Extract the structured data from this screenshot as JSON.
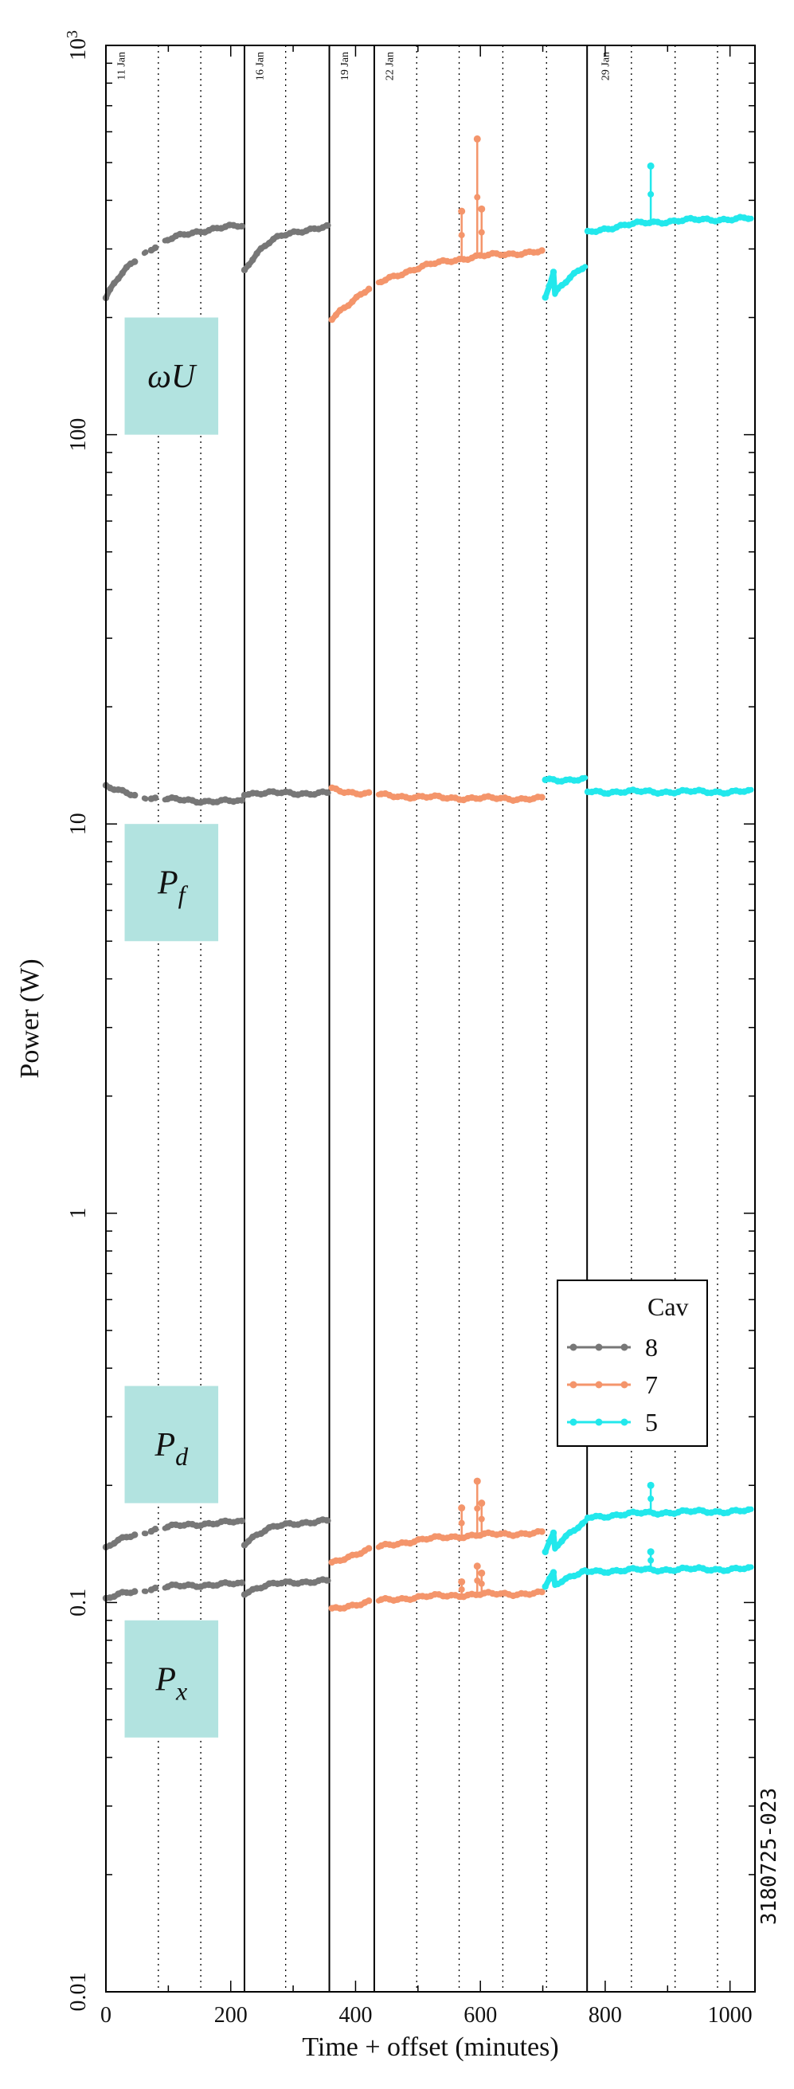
{
  "chart_data": {
    "type": "scatter",
    "title": "",
    "xlabel": "Time + offset (minutes)",
    "ylabel": "Power (W)",
    "xlim": [
      0,
      1040
    ],
    "ylim": [
      0.01,
      1000
    ],
    "y_scale": "log",
    "x_ticks": [
      0,
      200,
      400,
      600,
      800,
      1000
    ],
    "x_tick_labels": [
      "0",
      "200",
      "400",
      "600",
      "800",
      "1000"
    ],
    "y_ticks": [
      0.01,
      0.1,
      1,
      10,
      100,
      1000
    ],
    "y_tick_labels": [
      "0.01",
      "0.1",
      "1",
      "10",
      "100",
      "10³"
    ],
    "legend": {
      "title": "Cav",
      "position": "middle-right",
      "entries": [
        {
          "label": "8",
          "color": "#777777"
        },
        {
          "label": "7",
          "color": "#F4956B"
        },
        {
          "label": "5",
          "color": "#22E8EC"
        }
      ]
    },
    "day_separators": [
      222,
      358,
      430,
      771
    ],
    "dotted_gridlines": [
      84,
      152,
      288,
      498,
      566,
      636,
      706,
      842,
      912,
      980
    ],
    "dates": [
      {
        "label": "11 Jan",
        "x": 30
      },
      {
        "label": "16 Jan",
        "x": 252
      },
      {
        "label": "19 Jan",
        "x": 388
      },
      {
        "label": "22 Jan",
        "x": 460
      },
      {
        "label": "29 Jan",
        "x": 806
      }
    ],
    "panel_labels": [
      {
        "text": "ωU",
        "y_top": 200,
        "y_bottom": 100
      },
      {
        "text": "P_f",
        "y_top": 10,
        "y_bottom": 5
      },
      {
        "text": "P_d",
        "y_top": 0.36,
        "y_bottom": 0.18
      },
      {
        "text": "P_x",
        "y_top": 0.09,
        "y_bottom": 0.045
      }
    ],
    "label_box_x": [
      30,
      180
    ],
    "label_box_color": "#B2E3E0",
    "side_note": "3180725-023",
    "segments": [
      {
        "cav": "8",
        "color": "#777777",
        "x_start": 0,
        "x_end": 218,
        "gaps": [
          [
            48,
            60
          ],
          [
            64,
            72
          ],
          [
            80,
            94
          ]
        ],
        "series": {
          "omegaU": {
            "start": 225,
            "end": 350,
            "curve": "rise"
          },
          "Pf": {
            "start": 12.5,
            "end": 11.4,
            "curve": "fall"
          },
          "Pd": {
            "start": 0.138,
            "end": 0.162,
            "curve": "rise"
          },
          "Px": {
            "start": 0.102,
            "end": 0.112,
            "curve": "rise"
          }
        }
      },
      {
        "cav": "8",
        "color": "#777777",
        "x_start": 222,
        "x_end": 358,
        "gaps": [],
        "series": {
          "omegaU": {
            "start": 265,
            "end": 345,
            "curve": "rise"
          },
          "Pf": {
            "start": 12.0,
            "end": 12.0,
            "curve": "flat"
          },
          "Pd": {
            "start": 0.142,
            "end": 0.163,
            "curve": "rise"
          },
          "Px": {
            "start": 0.106,
            "end": 0.114,
            "curve": "rise"
          }
        }
      },
      {
        "cav": "7",
        "color": "#F4956B",
        "x_start": 362,
        "x_end": 700,
        "gaps": [
          [
            422,
            436
          ]
        ],
        "series": {
          "omegaU": {
            "start": 198,
            "end": 300,
            "curve": "rise"
          },
          "Pf": {
            "start": 12.3,
            "end": 11.6,
            "curve": "fall"
          },
          "Pd": {
            "start": 0.126,
            "end": 0.152,
            "curve": "rise"
          },
          "Px": {
            "start": 0.096,
            "end": 0.106,
            "curve": "rise"
          }
        },
        "spikes": [
          {
            "x": 570,
            "omegaU": 375,
            "Pd": 0.175,
            "Px": 0.113
          },
          {
            "x": 595,
            "omegaU": 575,
            "Pd": 0.205,
            "Px": 0.124
          },
          {
            "x": 602,
            "omegaU": 380,
            "Pd": 0.18,
            "Px": 0.119
          }
        ]
      },
      {
        "cav": "5",
        "color": "#22E8EC",
        "x_start": 704,
        "x_end": 768,
        "gaps": [],
        "series": {
          "omegaU": {
            "start": 265,
            "end": 270,
            "curve": "dip",
            "min": 225
          },
          "Pf": {
            "start": 13.0,
            "end": 13.0,
            "curve": "flat"
          },
          "Pd": {
            "start": 0.152,
            "end": 0.16,
            "curve": "dip",
            "min": 0.135
          },
          "Px": {
            "start": 0.12,
            "end": 0.12,
            "curve": "dip",
            "min": 0.11
          }
        }
      },
      {
        "cav": "5",
        "color": "#22E8EC",
        "x_start": 772,
        "x_end": 1036,
        "gaps": [],
        "series": {
          "omegaU": {
            "start": 330,
            "end": 360,
            "curve": "rise"
          },
          "Pf": {
            "start": 12.1,
            "end": 12.1,
            "curve": "flat"
          },
          "Pd": {
            "start": 0.165,
            "end": 0.172,
            "curve": "rise"
          },
          "Px": {
            "start": 0.12,
            "end": 0.122,
            "curve": "rise"
          }
        },
        "spikes": [
          {
            "x": 873,
            "omegaU": 490,
            "Pd": 0.2,
            "Px": 0.135
          }
        ]
      }
    ]
  }
}
